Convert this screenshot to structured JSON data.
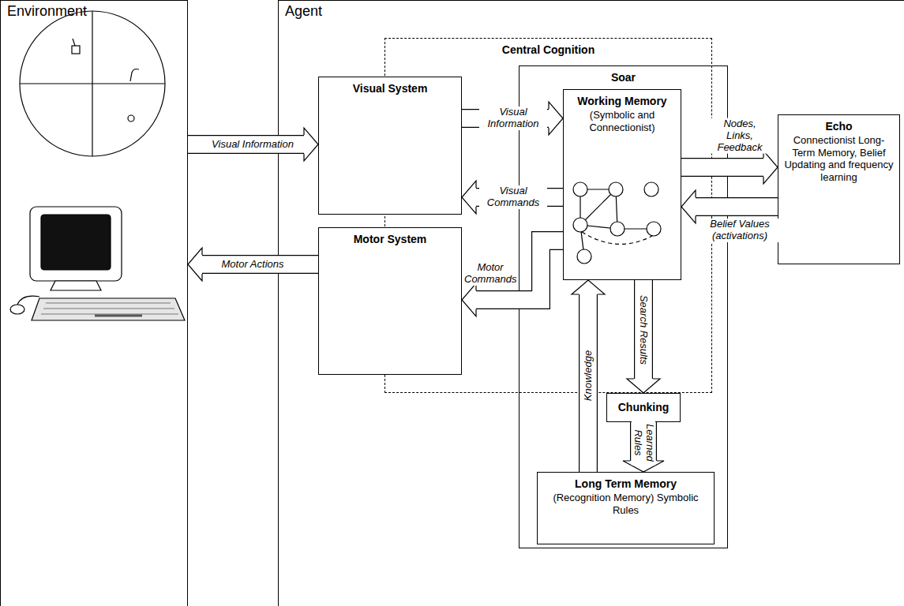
{
  "diagram": {
    "nodes": [
      {
        "text": [
          "Environment"
        ]
      },
      {
        "text": [
          "Agent"
        ]
      },
      {
        "text": [
          "Central Cognition"
        ],
        "in": 1
      },
      {
        "text": [
          "Visual System"
        ],
        "in": 1
      },
      {
        "text": [
          "Soar"
        ],
        "in": 1
      },
      {
        "text": [
          "Working Memory",
          "(Symbolic and Connectionist)"
        ],
        "in": 4
      },
      {
        "text": [
          "Echo",
          "Connectionist Long-Term Memory, Belief Updating and frequency learning"
        ],
        "in": 1
      },
      {
        "text": [
          "Motor System"
        ],
        "in": 1
      },
      {
        "text": [
          "Chunking"
        ],
        "in": 4
      },
      {
        "text": [
          "Long Term Memory",
          "(Recognition Memory) Symbolic Rules"
        ],
        "in": 4
      }
    ],
    "edges": [
      {
        "from": 0,
        "to": 3,
        "arrow": "to",
        "label": "Visual Information"
      },
      {
        "from": 3,
        "to": 5,
        "arrow": "to",
        "label": "Visual Information"
      },
      {
        "from": 5,
        "to": 3,
        "arrow": "to",
        "label": "Visual Commands"
      },
      {
        "from": 5,
        "to": 7,
        "arrow": "to",
        "label": "Motor Commands"
      },
      {
        "from": 7,
        "to": 0,
        "arrow": "to",
        "label": "Motor Actions"
      },
      {
        "from": 5,
        "to": 6,
        "arrow": "to",
        "label": "Nodes, Links, Feedback"
      },
      {
        "from": 6,
        "to": 5,
        "arrow": "to",
        "label": "Belief Values (activations)"
      },
      {
        "from": 5,
        "to": 8,
        "arrow": "to",
        "label": "Search Results"
      },
      {
        "from": 8,
        "to": 9,
        "arrow": "to",
        "label": "Learned Rules"
      },
      {
        "from": 9,
        "to": 5,
        "arrow": "to",
        "label": "Knowledge"
      }
    ]
  }
}
